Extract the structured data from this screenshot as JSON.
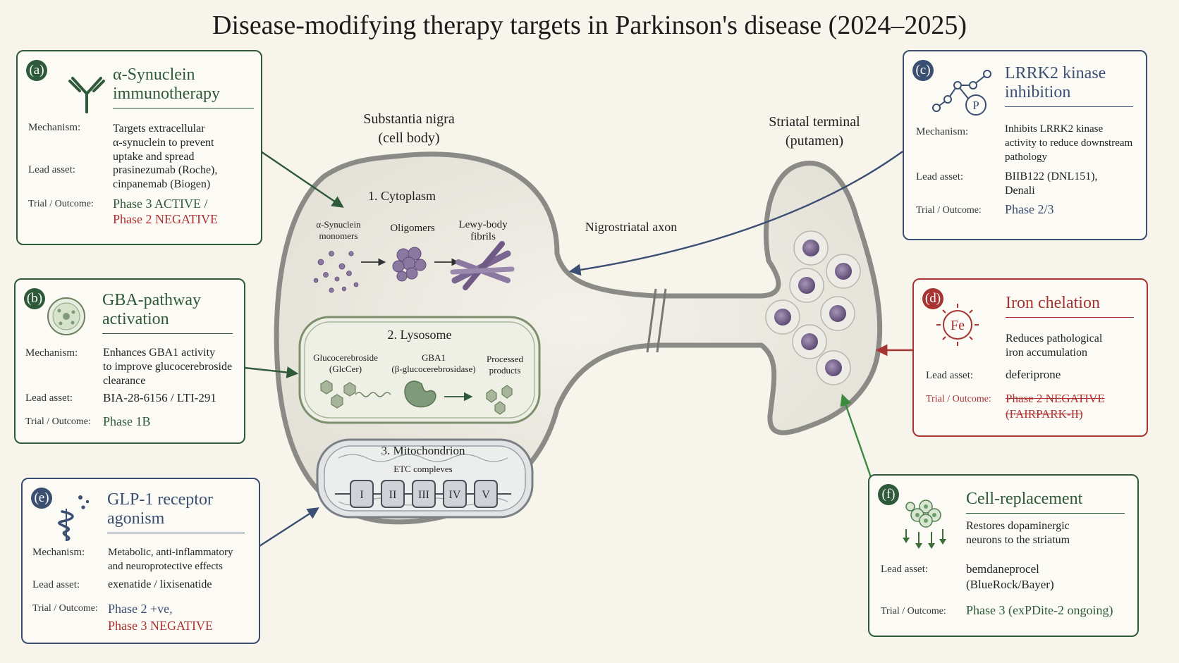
{
  "title": "Disease-modifying therapy targets in Parkinson's disease (2024–2025)",
  "labels": {
    "soma": [
      "Substantia nigra",
      "(cell body)"
    ],
    "terminal": [
      "Striatal terminal",
      "(putamen)"
    ],
    "axon": "Nigrostriatal axon",
    "cytoplasm": "1. Cytoplasm",
    "monomers": [
      "α-Synuclein",
      "monomers"
    ],
    "oligomers": "Oligomers",
    "fibrils": [
      "Lewy-body",
      "fibrils"
    ],
    "lysosome": "2. Lysosome",
    "glccer": [
      "Glucocerebroside",
      "(GlcCer)"
    ],
    "gba1": [
      "GBA1",
      "(β-glucocerebrosidase)"
    ],
    "processed": [
      "Processed",
      "products"
    ],
    "mitochondrion": "3. Mitochondrion",
    "etc": "ETC compleves",
    "complexes": [
      "I",
      "II",
      "III",
      "IV",
      "V"
    ]
  },
  "row_labels": {
    "mechanism": "Mechanism:",
    "lead": "Lead asset:",
    "trial": "Trial / Outcome:"
  },
  "cards": {
    "a": {
      "letter": "(a)",
      "heading": [
        "α-Synuclein",
        "immunotherapy"
      ],
      "mechanism": [
        "Targets extracellular",
        "α-synuclein to prevent",
        "uptake and spread"
      ],
      "lead": [
        "prasinezumab (Roche),",
        "cinpanemab (Biogen)"
      ],
      "outcome": [
        "Phase 3 ACTIVE /",
        "Phase 2 NEGATIVE"
      ],
      "color": "#2e5a3a"
    },
    "b": {
      "letter": "(b)",
      "heading": [
        "GBA-pathway",
        "activation"
      ],
      "mechanism": [
        "Enhances GBA1 activity",
        "to improve glucocerebroside",
        "clearance"
      ],
      "lead": [
        "BIA-28-6156 / LTI-291"
      ],
      "outcome": [
        "Phase 1B"
      ],
      "color": "#2e5a3a"
    },
    "c": {
      "letter": "(c)",
      "icon_text": "P",
      "heading": [
        "LRRK2 kinase",
        "inhibition"
      ],
      "mechanism": [
        "Inhibits LRRK2 kinase",
        "activity to reduce downstream",
        "pathology"
      ],
      "lead": [
        "BIIB122 (DNL151),",
        "Denali"
      ],
      "outcome": [
        "Phase 2/3"
      ],
      "color": "#3b4f72"
    },
    "d": {
      "letter": "(d)",
      "icon_text": "Fe",
      "heading": [
        "Iron chelation"
      ],
      "mechanism": [
        "Reduces pathological",
        "iron accumulation"
      ],
      "lead": [
        "deferiprone"
      ],
      "outcome": [
        "Phase 2 NEGATIVE",
        "(FAIRPARK-II)"
      ],
      "color": "#a83432"
    },
    "e": {
      "letter": "(e)",
      "heading": [
        "GLP-1 receptor",
        "agonism"
      ],
      "mechanism": [
        "Metabolic, anti-inflammatory",
        "and neuroprotective effects"
      ],
      "lead": [
        "exenatide / lixisenatide"
      ],
      "outcome": [
        "Phase 2 +ve,",
        "Phase 3 NEGATIVE"
      ],
      "color": "#3b4f72"
    },
    "f": {
      "letter": "(f)",
      "heading": [
        "Cell-replacement"
      ],
      "mechanism": [
        "Restores dopaminergic",
        "neurons to the striatum"
      ],
      "lead": [
        "bemdaneprocel",
        "(BlueRock/Bayer)"
      ],
      "outcome": [
        "Phase 3 (exPDite-2 ongoing)"
      ],
      "color": "#2e5a3a"
    }
  },
  "colors": {
    "green": "#2e5a3a",
    "blue": "#3b4f72",
    "red": "#a83432",
    "negative": "#b03030",
    "background": "#f7f4ec",
    "membrane": "#8a8a86",
    "vesicle": "#6e5a84"
  }
}
